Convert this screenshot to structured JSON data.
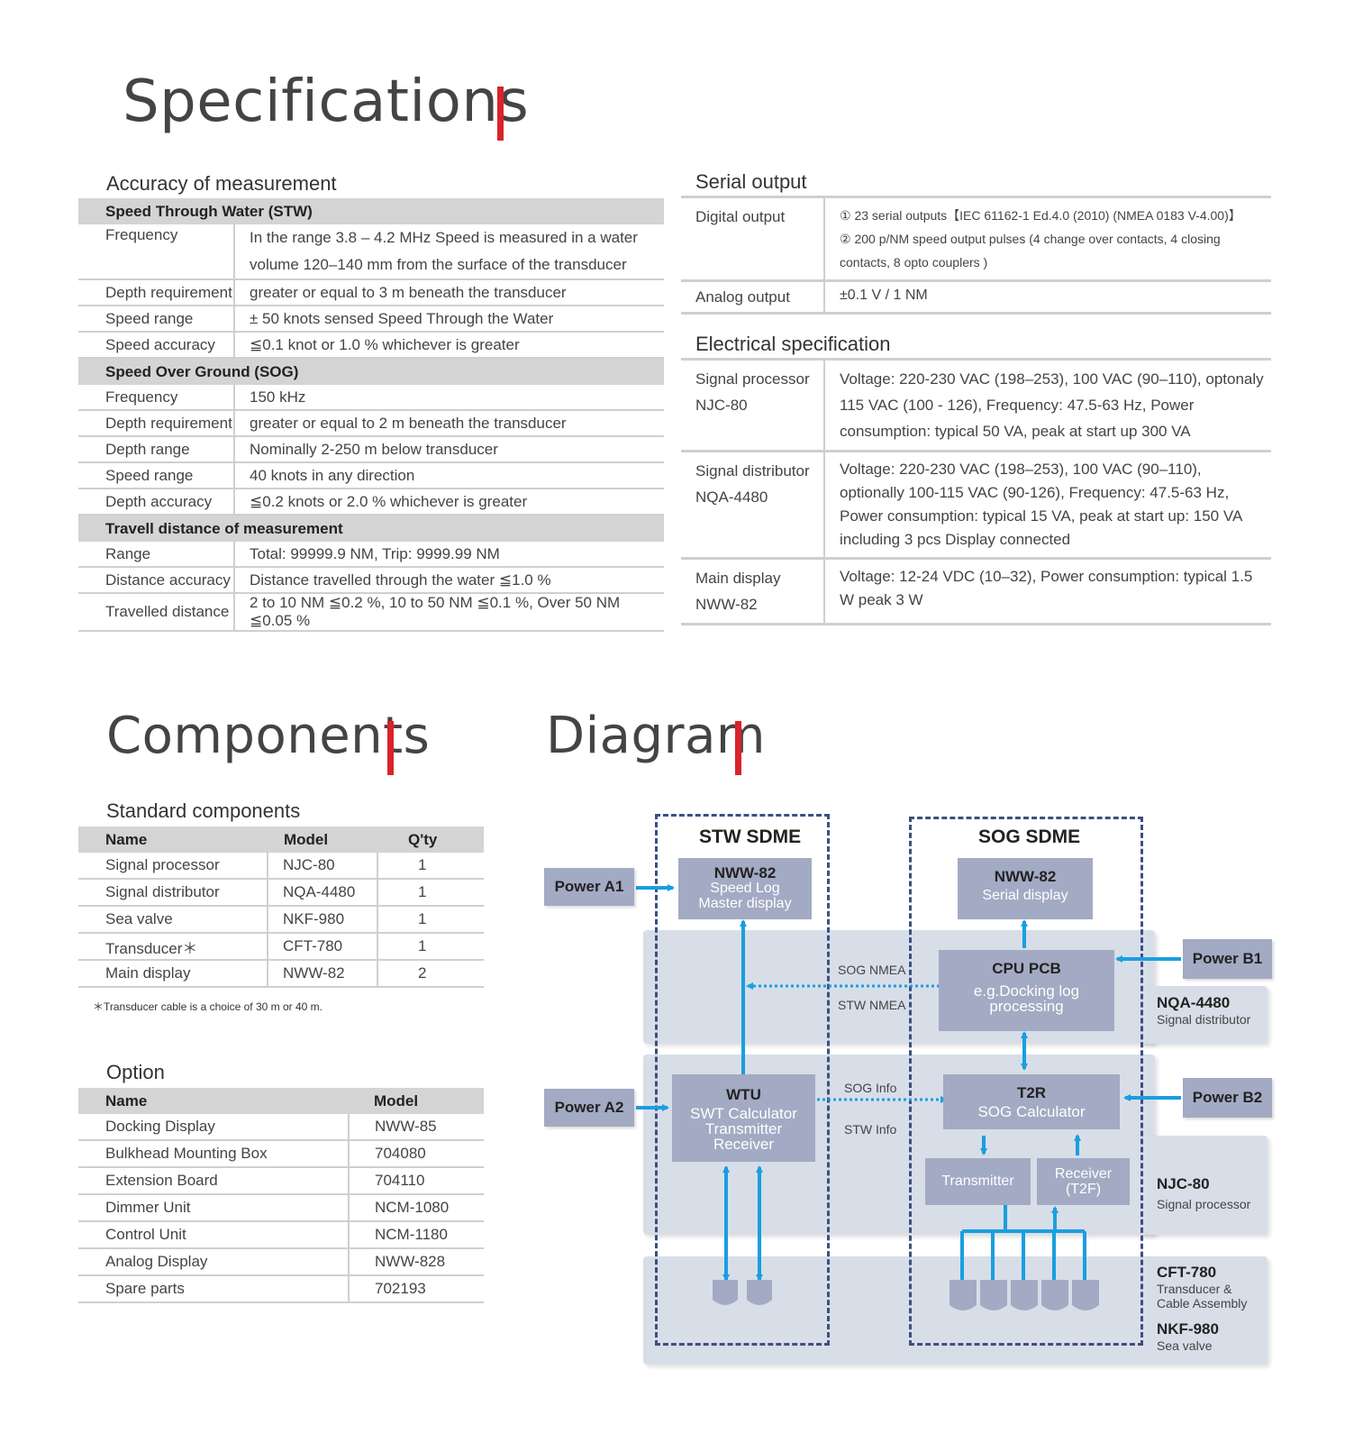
{
  "specifications": {
    "title": "Specifications",
    "accuracy": {
      "subtitle": "Accuracy of measurement",
      "rows": [
        {
          "section": "Speed Through Water (STW)"
        },
        {
          "k": "Frequency",
          "v": "In the range 3.8 – 4.2 MHz  Speed is measured in a water",
          "v2": "volume 120–140 mm from the surface of the transducer"
        },
        {
          "k": "Depth requirement",
          "v": "greater or equal to 3 m beneath the transducer"
        },
        {
          "k": "Speed range",
          "v": "± 50 knots sensed Speed Through the Water"
        },
        {
          "k": "Speed accuracy",
          "v": "≦0.1 knot or 1.0 % whichever is greater"
        },
        {
          "section": "Speed Over Ground (SOG)"
        },
        {
          "k": "Frequency",
          "v": "150 kHz"
        },
        {
          "k": "Depth requirement",
          "v": "greater or equal to 2 m beneath the transducer"
        },
        {
          "k": "Depth range",
          "v": "Nominally 2-250 m below transducer"
        },
        {
          "k": "Speed range",
          "v": "40 knots in any direction"
        },
        {
          "k": "Depth accuracy",
          "v": "≦0.2 knots or 2.0 % whichever is greater"
        },
        {
          "section": "Travell distance of measurement"
        },
        {
          "k": "Range",
          "v": "Total: 99999.9 NM, Trip: 9999.99 NM"
        },
        {
          "k": "Distance accuracy",
          "v": "Distance travelled through the water ≦1.0 %"
        },
        {
          "k": "Travelled distance",
          "v": "2 to 10 NM ≦0.2 %, 10 to 50 NM ≦0.1 %, Over 50 NM ≦0.05 %"
        }
      ]
    },
    "serial_output": {
      "subtitle": "Serial output",
      "digital_k": "Digital output",
      "digital_v1": "① 23 serial outputs【IEC 61162-1 Ed.4.0 (2010) (NMEA 0183 V-4.00)】",
      "digital_v2": "② 200 p/NM speed output pulses (4 change over contacts, 4 closing",
      "digital_v3": "contacts, 8 opto couplers )",
      "analog_k": "Analog output",
      "analog_v": "±0.1 V / 1 NM"
    },
    "electrical": {
      "subtitle": "Electrical specification",
      "rows": [
        {
          "k1": "Signal processor",
          "k2": "NJC-80",
          "v": "Voltage: 220-230 VAC (198–253), 100 VAC (90–110), optonaly 115 VAC (100 - 126),  Frequency: 47.5-63 Hz,  Power consumption: typical 50 VA, peak at start up 300 VA"
        },
        {
          "k1": "Signal distributor",
          "k2": "NQA-4480",
          "v": "Voltage: 220-230 VAC (198–253), 100 VAC (90–110), optionally 100-115 VAC (90-126), Frequency: 47.5-63 Hz, Power consumption: typical 15 VA, peak at start up: 150 VA including 3 pcs Display connected"
        },
        {
          "k1": "Main display",
          "k2": "NWW-82",
          "v": "Voltage: 12-24 VDC (10–32),  Power consumption: typical 1.5 W peak 3 W"
        }
      ]
    }
  },
  "components": {
    "title": "Components",
    "standard": {
      "subtitle": "Standard components",
      "headers": [
        "Name",
        "Model",
        "Q'ty"
      ],
      "rows": [
        [
          "Signal processor",
          "NJC-80",
          "1"
        ],
        [
          "Signal distributor",
          "NQA-4480",
          "1"
        ],
        [
          "Sea valve",
          "NKF-980",
          "1"
        ],
        [
          "Transducer＊",
          "CFT-780",
          "1"
        ],
        [
          "Main display",
          "NWW-82",
          "2"
        ]
      ],
      "note": "＊Transducer cable is a choice of 30 m or 40 m."
    },
    "option": {
      "subtitle": "Option",
      "headers": [
        "Name",
        "Model"
      ],
      "rows": [
        [
          "Docking Display",
          "NWW-85"
        ],
        [
          "Bulkhead Mounting Box",
          "704080"
        ],
        [
          "Extension Board",
          "704110"
        ],
        [
          "Dimmer Unit",
          "NCM-1080"
        ],
        [
          "Control Unit",
          "NCM-1180"
        ],
        [
          "Analog Display",
          "NWW-828"
        ],
        [
          "Spare parts",
          "702193"
        ]
      ]
    }
  },
  "diagram": {
    "title": "Diagram",
    "stw_sdme": "STW SDME",
    "sog_sdme": "SOG SDME",
    "power_a1": "Power A1",
    "power_a2": "Power A2",
    "power_b1": "Power B1",
    "power_b2": "Power B2",
    "nww82_master": {
      "title": "NWW-82",
      "l1": "Speed Log",
      "l2": "Master display"
    },
    "nww82_serial": {
      "title": "NWW-82",
      "l1": "Serial display"
    },
    "cpu": {
      "title": "CPU PCB",
      "l1": "e.g.Docking log",
      "l2": "processing"
    },
    "wtu": {
      "title": "WTU",
      "l1": "SWT Calculator",
      "l2": "Transmitter",
      "l3": "Receiver"
    },
    "t2r": {
      "title": "T2R",
      "l1": "SOG Calculator"
    },
    "transmitter": "Transmitter",
    "receiver": {
      "l1": "Receiver",
      "l2": "(T2F)"
    },
    "sog_nmea": "SOG NMEA",
    "stw_nmea": "STW NMEA",
    "sog_info": "SOG Info",
    "stw_info": "STW Info",
    "nqa": {
      "name": "NQA-4480",
      "desc": "Signal distributor"
    },
    "njc": {
      "name": "NJC-80",
      "desc": "Signal processor"
    },
    "cft": {
      "name": "CFT-780",
      "desc1": "Transducer &",
      "desc2": "Cable Assembly"
    },
    "nkf": {
      "name": "NKF-980",
      "desc": "Sea valve"
    },
    "colors": {
      "arrow": "#1a9ee0",
      "box": "#a3aac3",
      "band": "#d8dee8",
      "dash": "#3d4f82"
    }
  },
  "accent_color": "#d9232a"
}
